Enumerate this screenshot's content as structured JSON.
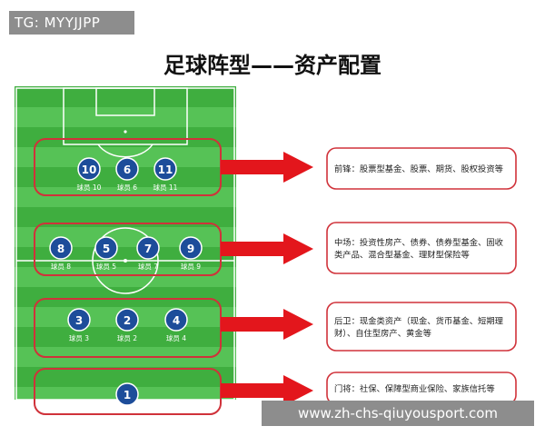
{
  "watermark_top": "TG: MYYJJPP",
  "watermark_bottom": "www.zh-chs-qiuyousport.com",
  "title": "足球阵型——资产配置",
  "colors": {
    "pitch": "#3fae3f",
    "pitch_stripe": "#56c256",
    "highlight_border": "#d0323a",
    "arrow": "#e3161c",
    "player": "#1d4d9a"
  },
  "rows": [
    {
      "players": [
        {
          "number": "10",
          "label": "球员 10"
        },
        {
          "number": "6",
          "label": "球员 6"
        },
        {
          "number": "11",
          "label": "球员 11"
        }
      ],
      "description": [
        "前锋：股票型基金、股票、期货、股权投资等"
      ]
    },
    {
      "players": [
        {
          "number": "8",
          "label": "球员 8"
        },
        {
          "number": "5",
          "label": "球员 5"
        },
        {
          "number": "7",
          "label": "球员 7"
        },
        {
          "number": "9",
          "label": "球员 9"
        }
      ],
      "description": [
        "中场：投资性房产、债券、债券型基金、固收",
        "类产品、混合型基金、理财型保险等"
      ]
    },
    {
      "players": [
        {
          "number": "3",
          "label": "球员 3"
        },
        {
          "number": "2",
          "label": "球员 2"
        },
        {
          "number": "4",
          "label": "球员 4"
        }
      ],
      "description": [
        "后卫：现金类资产（现金、货币基金、短期理",
        "财）、自住型房产、黄金等"
      ]
    },
    {
      "players": [
        {
          "number": "1",
          "label": ""
        }
      ],
      "description": [
        "门将：社保、保障型商业保险、家族信托等"
      ]
    }
  ]
}
